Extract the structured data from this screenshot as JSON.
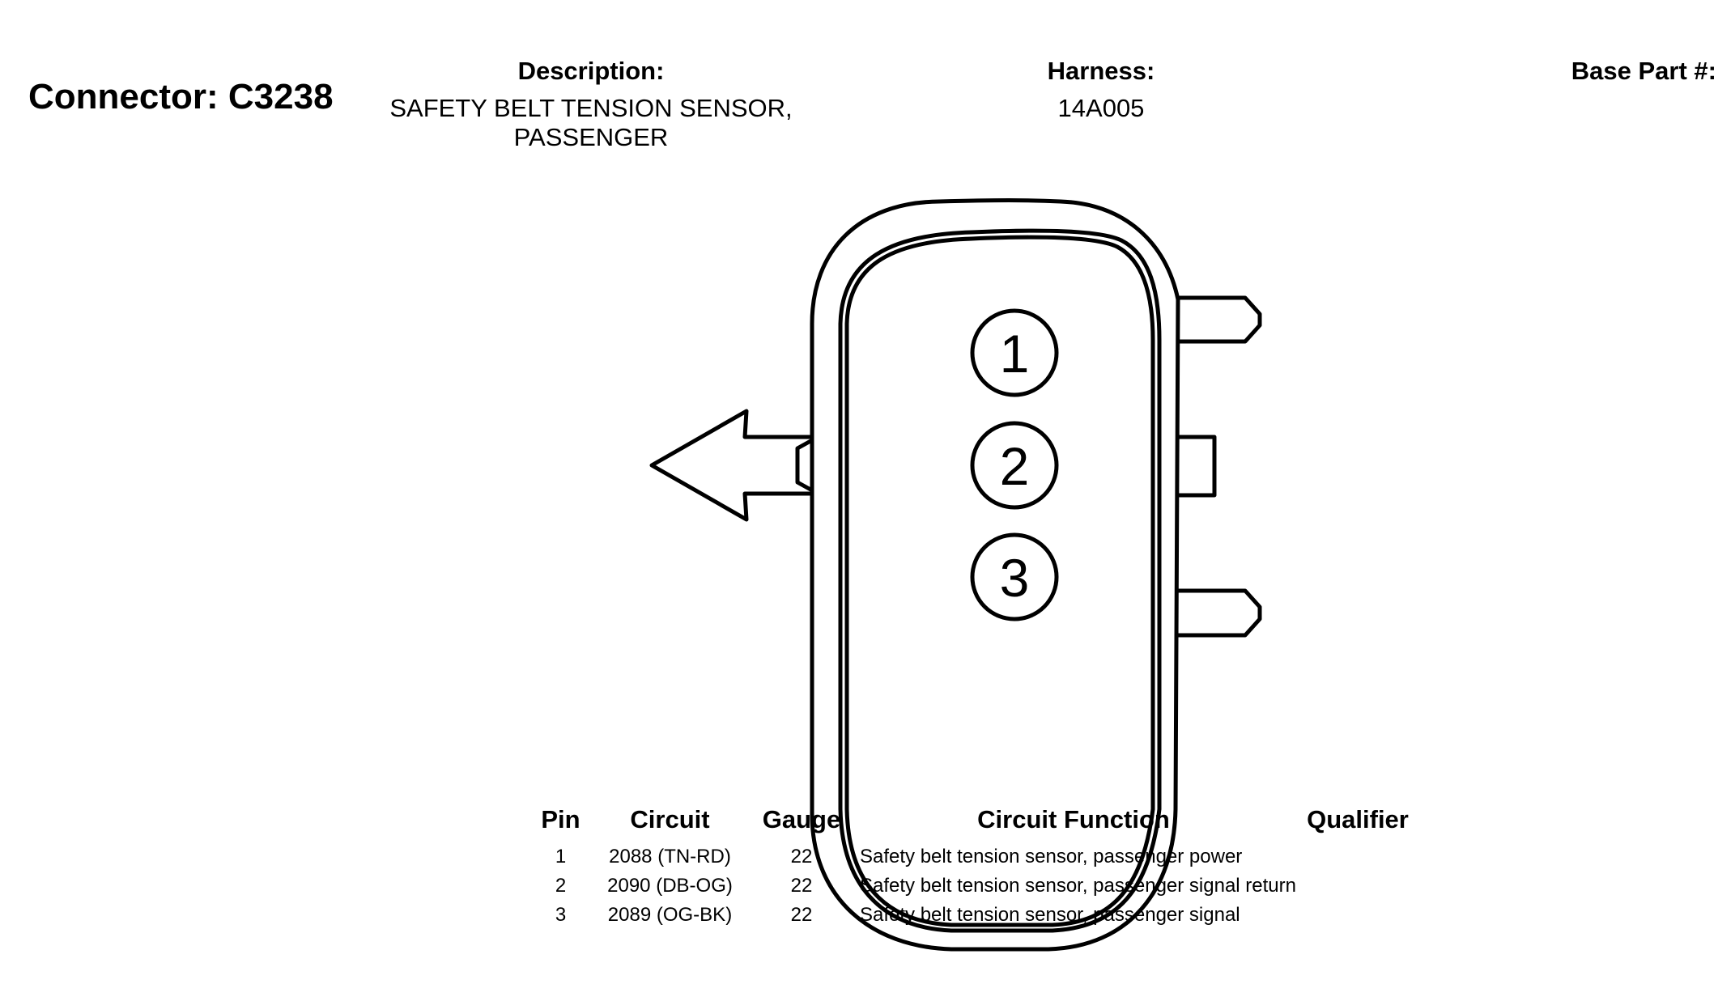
{
  "connector": {
    "title": "Connector: C3238"
  },
  "description": {
    "label": "Description:",
    "line1": "SAFETY BELT TENSION SENSOR,",
    "line2": "PASSENGER"
  },
  "harness": {
    "label": "Harness:",
    "value": "14A005"
  },
  "base_part": {
    "label": "Base Part #:",
    "value": ""
  },
  "diagram": {
    "pins": [
      "1",
      "2",
      "3"
    ]
  },
  "table": {
    "headers": {
      "pin": "Pin",
      "circuit": "Circuit",
      "gauge": "Gauge",
      "function": "Circuit Function",
      "qualifier": "Qualifier"
    },
    "rows": [
      {
        "pin": "1",
        "circuit": "2088 (TN-RD)",
        "gauge": "22",
        "function": "Safety belt tension sensor, passenger power",
        "qualifier": ""
      },
      {
        "pin": "2",
        "circuit": "2090 (DB-OG)",
        "gauge": "22",
        "function": "Safety belt tension sensor, passenger signal return",
        "qualifier": ""
      },
      {
        "pin": "3",
        "circuit": "2089 (OG-BK)",
        "gauge": "22",
        "function": "Safety belt tension sensor, passenger signal",
        "qualifier": ""
      }
    ]
  }
}
